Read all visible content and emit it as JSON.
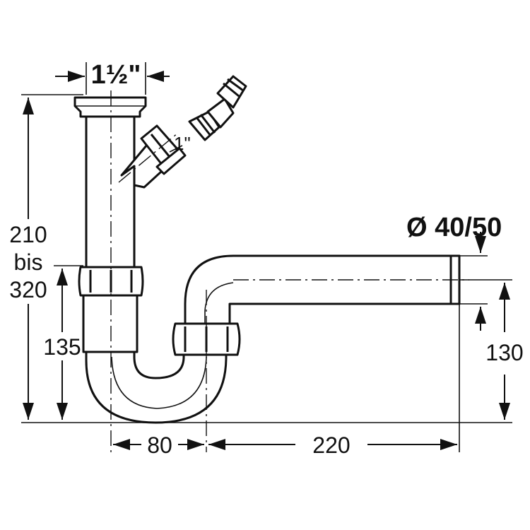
{
  "diagram": {
    "dimensions": {
      "inlet_size": "1½\"",
      "side_inlet_size": "1\"",
      "height_label_1": "210",
      "height_label_2": "bis",
      "height_label_3": "320",
      "height_short": "135",
      "outlet_diameter": "Ø 40/50",
      "outlet_height": "130",
      "width_trap": "80",
      "width_outlet": "220"
    },
    "colors": {
      "line": "#111111",
      "fill": "#ffffff"
    }
  }
}
